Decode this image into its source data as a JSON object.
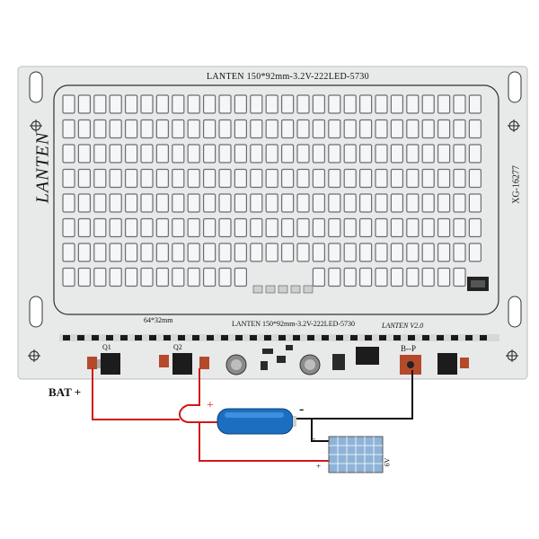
{
  "board": {
    "top_label": "LANTEN 150*92mm-3.2V-222LED-5730",
    "brand_vertical": "LANTEN",
    "code_vertical": "XG-16277",
    "size_label": "64*32mm",
    "bottom_label": "LANTEN 150*92mm-3.2V-222LED-5730",
    "brand_small": "LANTEN V2.0",
    "q1": "Q1",
    "q2": "Q2",
    "bp": "B--P"
  },
  "wiring": {
    "bat_label": "BAT +",
    "battery_plus": "+",
    "battery_minus": "-",
    "panel_minus": "-",
    "panel_plus": "+",
    "panel_voltage": "6V"
  },
  "colors": {
    "pcb": "#e9eaea",
    "led": "#f4f6f8",
    "battery": "#1c6fc0",
    "panel": "#8fb3d8",
    "red_wire": "#d01818",
    "black_wire": "#111111"
  }
}
